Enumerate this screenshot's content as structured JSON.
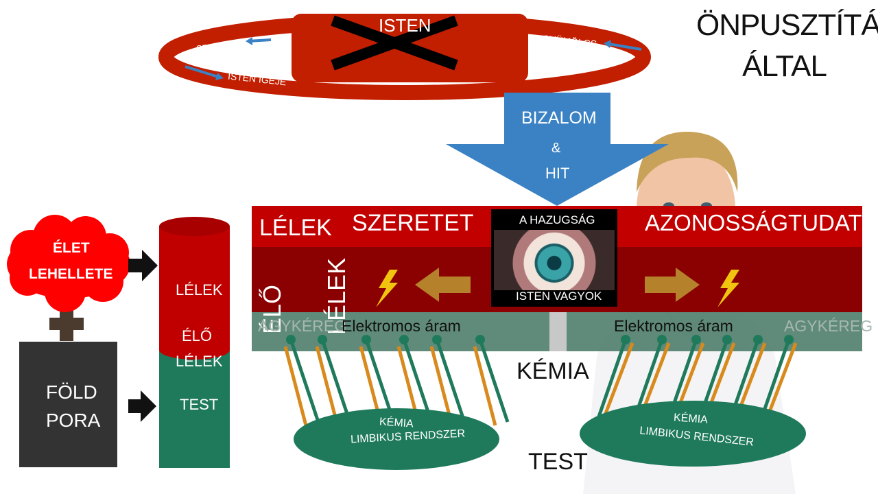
{
  "title": {
    "line1": "ÖNPUSZTÍTÁS",
    "line2": "ÁLTAL"
  },
  "ring": {
    "center_label": "ISTEN",
    "left_top": "SZERETET",
    "left_bottom": "ISTEN IGÉJE",
    "right": "GYÜMÖLCS"
  },
  "arrow_down": {
    "line1": "BIZALOM",
    "line2": "&",
    "line3": "HIT"
  },
  "band": {
    "left_title": "LÉLEK",
    "love": "SZERETET",
    "identity": "AZONOSSÁGTUDAT",
    "vertical1": "ÉLŐ",
    "vertical2": "LÉLEK"
  },
  "eye": {
    "top": "A HAZUGSÁG",
    "bottom": "ISTEN VAGYOK"
  },
  "cortex": {
    "left_label": "AGYKÉREG",
    "left_current": "Elektromos áram",
    "right_current": "Elektromos áram",
    "right_label": "AGYKÉREG"
  },
  "chemistry_label": "KÉMIA",
  "body_label": "TEST",
  "limbic_left": {
    "line1": "KÉMIA",
    "line2": "LIMBIKUS RENDSZER"
  },
  "limbic_right": {
    "line1": "KÉMIA",
    "line2": "LIMBIKUS RENDSZER"
  },
  "cloud": {
    "line1": "ÉLET",
    "line2": "LEHELLETE"
  },
  "dust": {
    "line1": "FÖLD",
    "line2": "PORA"
  },
  "cylinder": {
    "soul": "LÉLEK",
    "living1": "ÉLŐ",
    "living2": "LÉLEK",
    "body": "TEST"
  },
  "colors": {
    "red": "#c21e00",
    "dark_red": "#8b0000",
    "blue": "#3b82c4",
    "green": "#1f7a5c",
    "orange": "#d88a1c",
    "dark_box": "#333333"
  }
}
